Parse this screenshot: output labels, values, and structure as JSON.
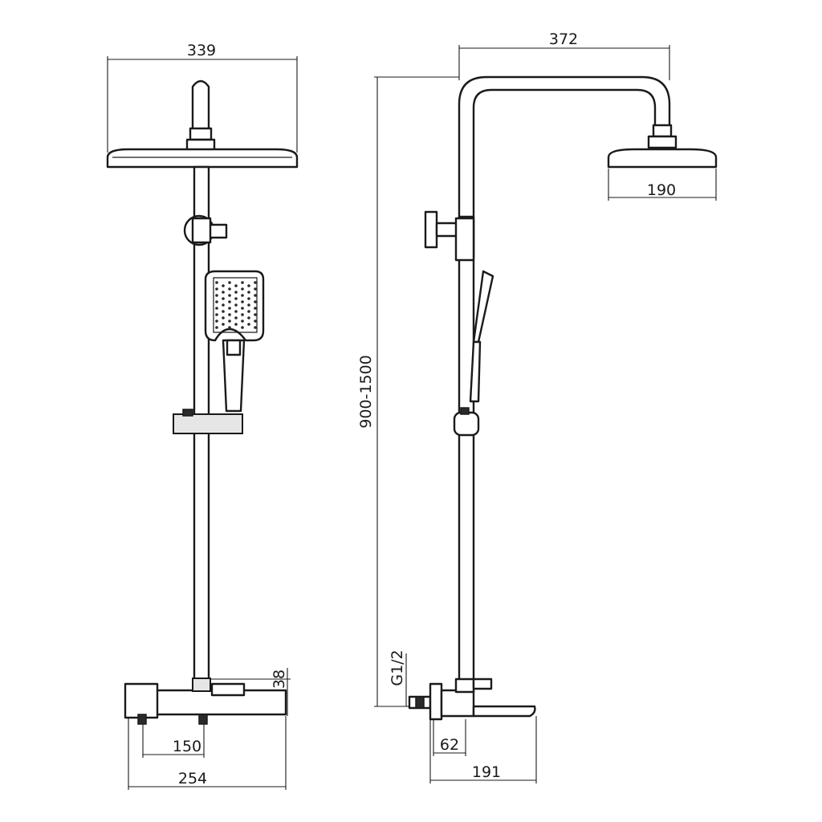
{
  "dimensions": {
    "front_head_width": "339",
    "side_arm_length": "372",
    "side_head_width": "190",
    "height_range": "900-1500",
    "mixer_height": "38",
    "inlet_spacing": "150",
    "mixer_width": "254",
    "inlet_thread": "G1/2",
    "wall_offset": "62",
    "spout_length": "191"
  }
}
